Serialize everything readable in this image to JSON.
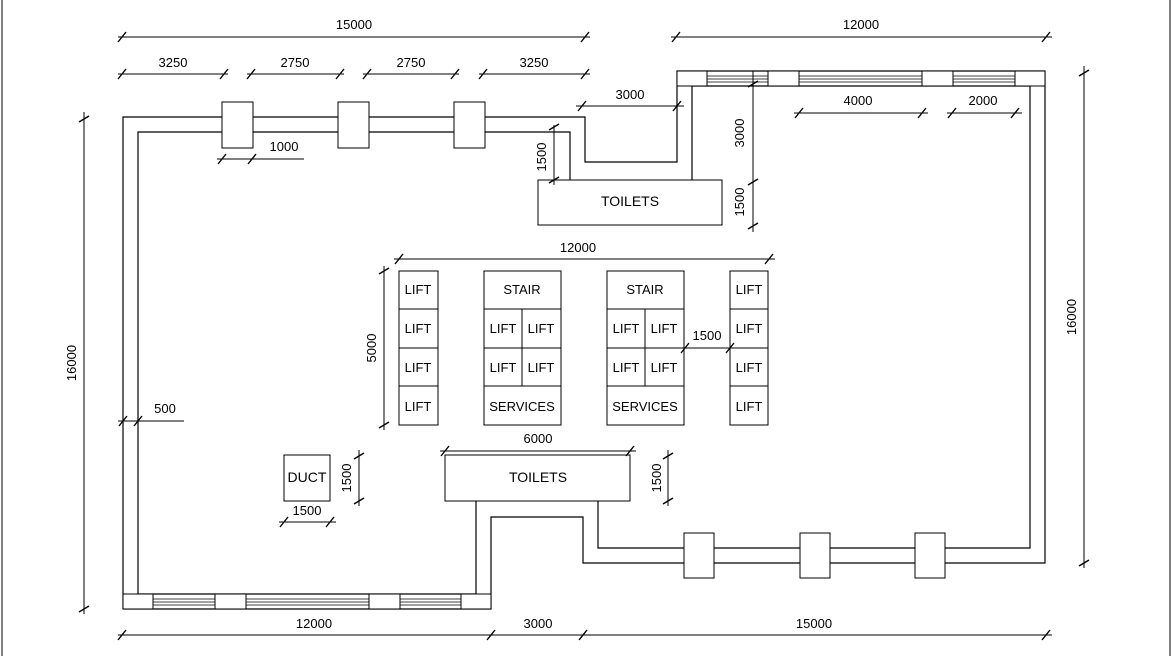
{
  "rooms": {
    "toilets_top": "TOILETS",
    "toilets_bottom": "TOILETS",
    "duct": "DUCT",
    "lift": "LIFT",
    "stair": "STAIR",
    "services": "SERVICES"
  },
  "dimensions": {
    "top_left_total": "15000",
    "top_right_total": "12000",
    "top_seg_1": "3250",
    "top_seg_2": "2750",
    "top_seg_3": "2750",
    "top_seg_4": "3250",
    "column_width": "1000",
    "notch_width": "3000",
    "notch_depth": "1500",
    "right_notch_depth": "3000",
    "toilet_depth_top": "1500",
    "window_span": "4000",
    "window_end": "2000",
    "core_width": "12000",
    "core_height": "5000",
    "core_gap": "1500",
    "wall_thickness": "500",
    "toilet_width_bottom": "6000",
    "duct_height": "1500",
    "duct_width": "1500",
    "toilet_depth_bottom": "1500",
    "left_total": "16000",
    "right_total": "16000",
    "bottom_left": "12000",
    "bottom_mid": "3000",
    "bottom_right": "15000"
  }
}
